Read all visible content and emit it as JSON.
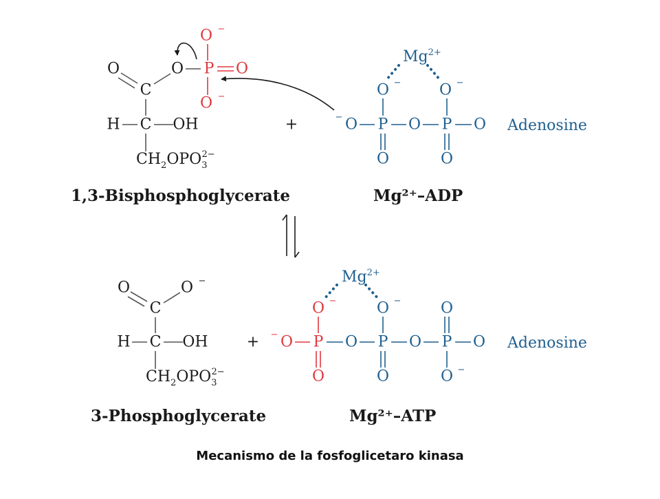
{
  "colors": {
    "black": "#1a1a1a",
    "red": "#e0383e",
    "blue": "#1f5f8f"
  },
  "labels": {
    "bpg": "1,3-Bisphosphoglycerate",
    "mgadp": "Mg²⁺–ADP",
    "pg3": "3-Phosphoglycerate",
    "mgatp": "Mg²⁺–ATP"
  },
  "atoms": {
    "O": "O",
    "C": "C",
    "P": "P",
    "H": "H",
    "OH": "OH",
    "Mg": "Mg",
    "charge2plus": "2+",
    "minus": "−",
    "CH2OPO3_a": "CH",
    "CH2OPO3_sub2": "2",
    "CH2OPO3_b": "OPO",
    "CH2OPO3_sub3": "3",
    "CH2OPO3_sup": "2−",
    "adenosine": "Adenosine",
    "plus": "+"
  },
  "caption": "Mecanismo de la fosfoglicetaro kinasa"
}
